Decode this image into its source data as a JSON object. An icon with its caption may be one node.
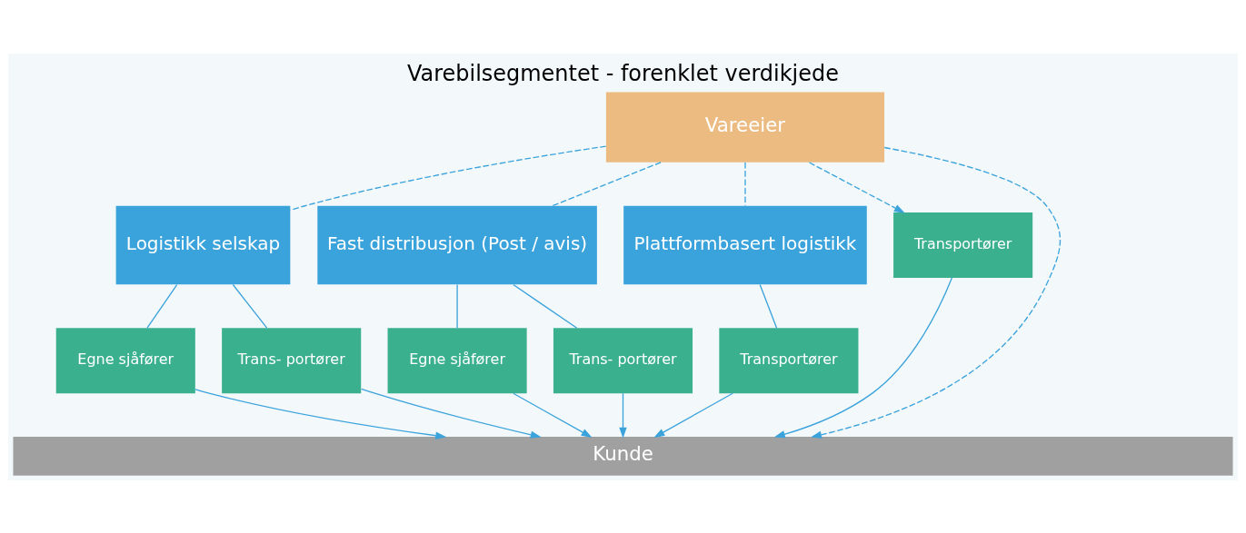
{
  "diagram": {
    "title": "Varebilsegmentet - forenklet verdikjede",
    "nodes": [
      {
        "text": [
          "Vareeier"
        ]
      },
      {
        "text": [
          "Logistikk selskap"
        ]
      },
      {
        "text": [
          "Fast distribusjon (Post / avis)"
        ]
      },
      {
        "text": [
          "Plattformbasert logistikk"
        ]
      },
      {
        "text": [
          "Egne sjåfører"
        ]
      },
      {
        "text": [
          "Trans- portører"
        ]
      },
      {
        "text": [
          "Egne sjåfører"
        ]
      },
      {
        "text": [
          "Trans- portører"
        ]
      },
      {
        "text": [
          "Transportører"
        ]
      },
      {
        "text": [
          "Transportører"
        ]
      },
      {
        "text": [
          "Kunde"
        ]
      }
    ],
    "edges": [
      {
        "from": 0,
        "to": 1,
        "arrow": "none",
        "style": "dashed"
      },
      {
        "from": 0,
        "to": 2,
        "arrow": "none",
        "style": "dashed"
      },
      {
        "from": 0,
        "to": 3,
        "arrow": "none",
        "style": "dashed"
      },
      {
        "from": 0,
        "to": 10,
        "arrow": "to",
        "style": "dashed"
      },
      {
        "from": 0,
        "to": 9,
        "arrow": "to",
        "style": "dashed"
      },
      {
        "from": 1,
        "to": 4,
        "arrow": "none"
      },
      {
        "from": 1,
        "to": 5,
        "arrow": "none"
      },
      {
        "from": 2,
        "to": 6,
        "arrow": "none"
      },
      {
        "from": 2,
        "to": 7,
        "arrow": "none"
      },
      {
        "from": 3,
        "to": 8,
        "arrow": "none"
      },
      {
        "from": 4,
        "to": 10,
        "arrow": "to"
      },
      {
        "from": 5,
        "to": 10,
        "arrow": "to"
      },
      {
        "from": 6,
        "to": 10,
        "arrow": "to"
      },
      {
        "from": 7,
        "to": 10,
        "arrow": "to"
      },
      {
        "from": 8,
        "to": 10,
        "arrow": "to"
      },
      {
        "from": 9,
        "to": 10,
        "arrow": "to"
      }
    ]
  }
}
